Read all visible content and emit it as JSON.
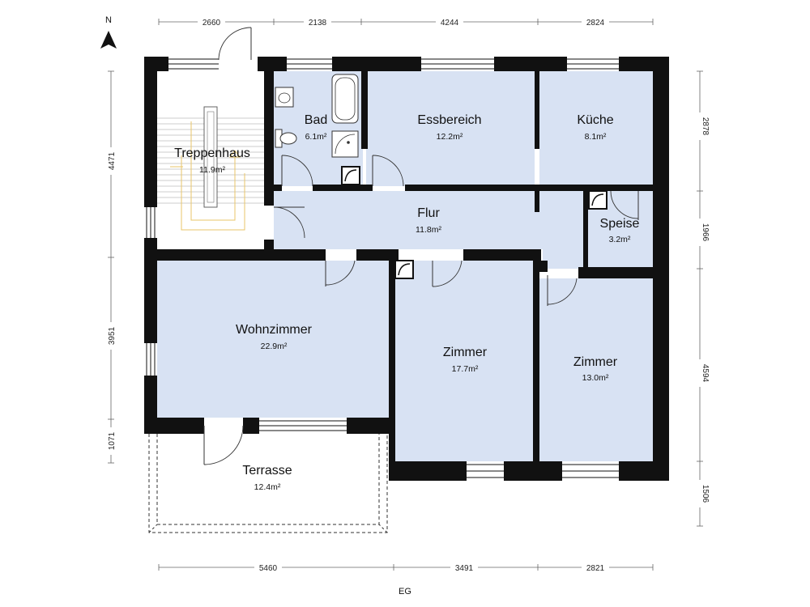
{
  "north_label": "N",
  "level_label": "EG",
  "colors": {
    "floor": "#d8e2f3",
    "wall": "#111111",
    "stair_line": "#e8c66a"
  },
  "rooms": [
    {
      "name": "Treppenhaus",
      "area": "11.9m²"
    },
    {
      "name": "Bad",
      "area": "6.1m²"
    },
    {
      "name": "Essbereich",
      "area": "12.2m²"
    },
    {
      "name": "Küche",
      "area": "8.1m²"
    },
    {
      "name": "Flur",
      "area": "11.8m²"
    },
    {
      "name": "Speise",
      "area": "3.2m²"
    },
    {
      "name": "Wohnzimmer",
      "area": "22.9m²"
    },
    {
      "name": "Zimmer",
      "area": "17.7m²"
    },
    {
      "name": "Zimmer",
      "area": "13.0m²"
    },
    {
      "name": "Terrasse",
      "area": "12.4m²"
    }
  ],
  "dimensions": {
    "top": [
      "2660",
      "2138",
      "4244",
      "2824"
    ],
    "bottom": [
      "5460",
      "3491",
      "2821"
    ],
    "left": [
      "4471",
      "3951",
      "1071"
    ],
    "right": [
      "2878",
      "1966",
      "4594",
      "1506"
    ]
  }
}
